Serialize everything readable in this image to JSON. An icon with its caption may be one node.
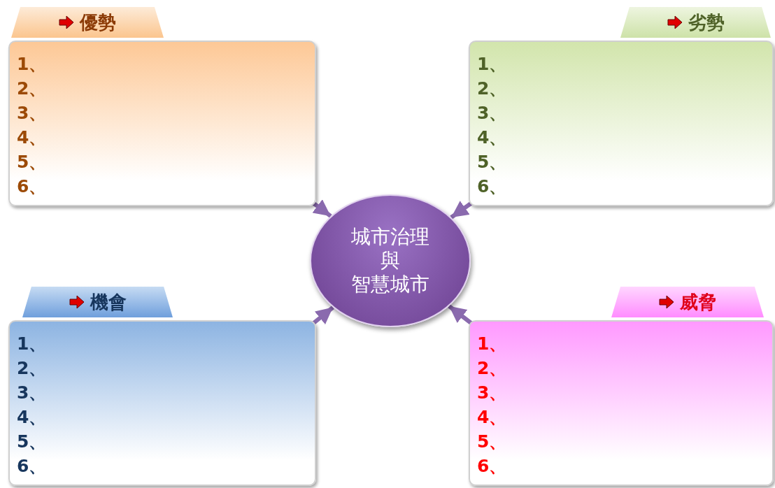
{
  "diagram": {
    "nodes": [
      {
        "text": [
          "優勢",
          "1、",
          "2、",
          "3、",
          "4、",
          "5、",
          "6、"
        ]
      },
      {
        "text": [
          "劣勢",
          "1、",
          "2、",
          "3、",
          "4、",
          "5、",
          "6、"
        ]
      },
      {
        "text": [
          "城市治理",
          "與",
          "智慧城市"
        ]
      },
      {
        "text": [
          "機會",
          "1、",
          "2、",
          "3、",
          "4、",
          "5、",
          "6、"
        ]
      },
      {
        "text": [
          "威脅",
          "1、",
          "2、",
          "3、",
          "4、",
          "5、",
          "6、"
        ]
      }
    ],
    "edges": [
      {
        "from": 0,
        "to": 2,
        "arrow": "to"
      },
      {
        "from": 1,
        "to": 2,
        "arrow": "to"
      },
      {
        "from": 3,
        "to": 2,
        "arrow": "to"
      },
      {
        "from": 4,
        "to": 2,
        "arrow": "to"
      }
    ]
  }
}
